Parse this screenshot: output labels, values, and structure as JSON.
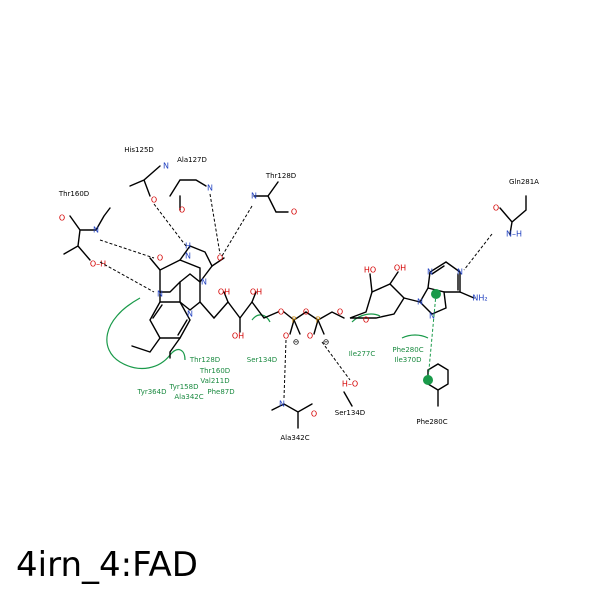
{
  "title": "4irn_4:FAD",
  "residues": {
    "his125d": "His125D",
    "ala127d": "Ala127D",
    "thr128d_top": "Thr128D",
    "thr160d_top": "Thr160D",
    "gln281a": "Gln281A",
    "ala342c": "Ala342C",
    "ser134d_bottom": "Ser134D",
    "phe280c_bottom": "Phe280C"
  },
  "hydrophobic_labels": {
    "tyr364d": "Tyr364D",
    "tyr158d": "Tyr158D",
    "ala342c": "Ala342C",
    "thr128d": "Thr128D",
    "thr160d": "Thr160D",
    "val211d": "Val211D",
    "phe87d": "Phe87D",
    "ser134d": "Ser134D",
    "ile277c": "Ile277C",
    "phe280c": "Phe280C",
    "ile370d": "Ile370D"
  },
  "colors": {
    "nitrogen": "#1f3fbf",
    "oxygen": "#d40000",
    "phosphorus": "#c8860a",
    "hydrophobic": "#1a9a4a"
  }
}
